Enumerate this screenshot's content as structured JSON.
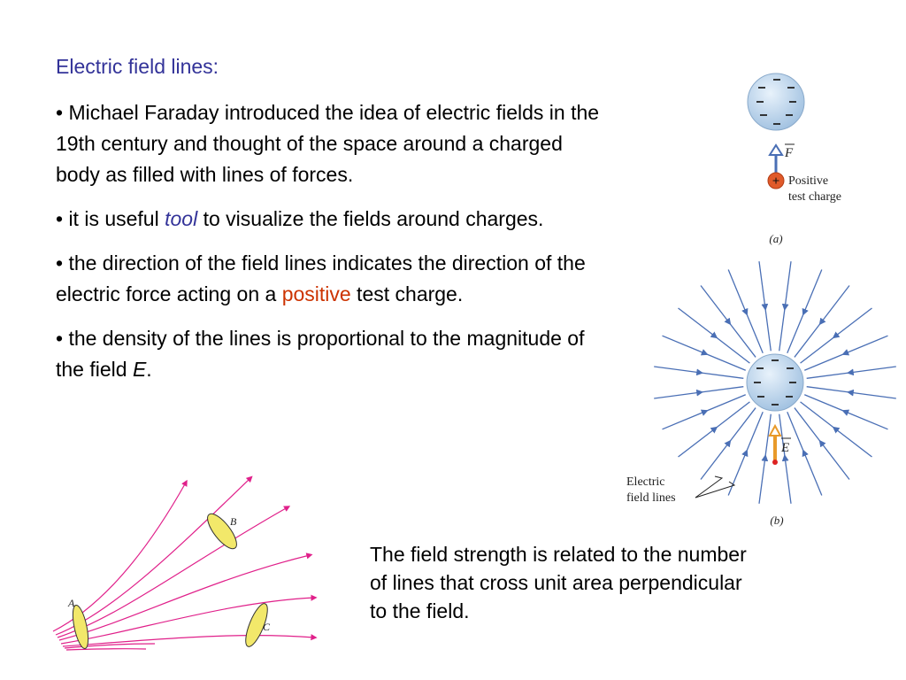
{
  "slide": {
    "title": "Electric field lines:",
    "bullets": [
      {
        "text": "• Michael Faraday introduced the idea of electric fields in the 19th century and thought of the space around a charged body as filled with lines of forces."
      },
      {
        "before": "• it is useful ",
        "emphasis": "tool",
        "after": " to visualize the fields around charges."
      },
      {
        "before": "• the direction of the field lines indicates the direction of the electric force acting on a ",
        "emphasis": "positive",
        "after": " test charge."
      },
      {
        "before": "• the density of the lines is proportional to the magnitude of the field ",
        "emphasis": "E",
        "after": "."
      }
    ],
    "caption": "The field strength is related to the number of lines that cross unit area perpendicular to the field."
  },
  "figure_a": {
    "force_label": "F",
    "charge_sign": "+",
    "charge_label_line1": "Positive",
    "charge_label_line2": "test charge",
    "panel_label": "(a)"
  },
  "figure_b": {
    "field_label": "E",
    "lines_label_line1": "Electric",
    "lines_label_line2": "field lines",
    "panel_label": "(b)"
  },
  "figure_c": {
    "label_a": "A",
    "label_b": "B",
    "label_c": "C"
  },
  "colors": {
    "title": "#333399",
    "emphasis_tool": "#333399",
    "emphasis_positive": "#cc3300",
    "field_line_blue": "#4a6fb5",
    "field_line_magenta": "#e0208a",
    "sphere": "#bcd5ec",
    "test_charge": "#e05a2a",
    "field_vector": "#e89a2a",
    "surface_fill": "#f2e86a"
  }
}
